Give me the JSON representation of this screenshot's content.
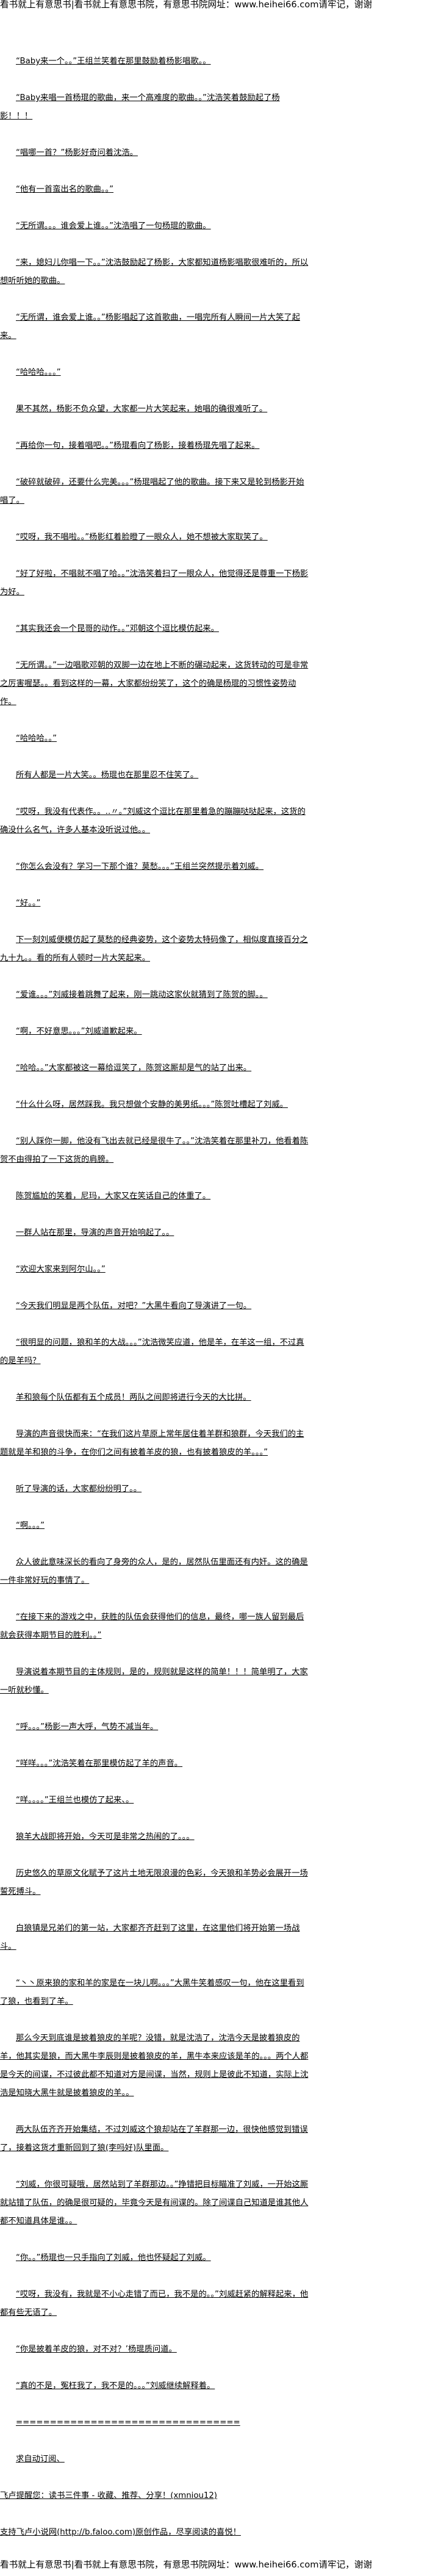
{
  "banner": "看书就上有意思书|看书就上有意思书院，有意思书院网址：www.heihei66.com请牢记，谢谢",
  "paragraphs": [
    "“Baby来一个。。”王组兰笑着在那里鼓励着杨影唱歌。。",
    "“Baby来唱一首杨琨的歌曲，来一个高难度的歌曲。。”沈浩笑着鼓励起了杨影！！！",
    "“唱哪一首？”杨影好奇问着沈浩。",
    "“他有一首蛮出名的歌曲。。”",
    "“无所谓。。。谁会爱上谁。。”沈浩唱了一句杨琨的歌曲。",
    "“来，媳妇儿你唱一下。。”沈浩鼓励起了杨影，大家都知道杨影唱歌很难听的，所以想听听她的歌曲。",
    "“无所谓，谁会爱上谁。。”杨影唱起了这首歌曲，一唱完所有人瞬间一片大笑了起来。",
    "“哈哈哈。。。”",
    "果不其然，杨影不负众望，大家都一片大笑起来，她唱的确很难听了。",
    "“再给你一句，接着唱吧。。”杨琨看向了杨影，接着杨琨先唱了起来。",
    "“破碎就破碎，还要什么完美。。。”杨琨唱起了他的歌曲。接下来又是轮到杨影开始唱了。",
    "“哎呀，我不唱啦。。”杨影红着脸瞪了一眼众人，她不想被大家取笑了。",
    "“好了好啦，不唱就不唱了哈。。”沈浩笑着扫了一眼众人，他觉得还是尊重一下杨影为好。",
    "“其实我还会一个昆哥的动作。。”邓朝这个逗比模仿起来。",
    "“无所谓。。”一边唱歌邓朝的双脚一边在地上不断的碾动起来，这货转动的可是非常之厉害喔瑟。。看到这样的一幕，大家都纷纷笑了，这个的确是杨琨的习惯性姿势动作。",
    "“哈哈哈。。”",
    "所有人都是一片大笑。。杨琨也在那里忍不住笑了。",
    "“哎呀，我没有代表作。。‥〃。”刘威这个逗比在那里着急的蹦蹦哒哒起来，这货的确没什么名气，许多人基本没听说过他。。",
    "“你怎么会没有？学习一下那个谁？莫愁。。。”王组兰突然提示着刘威。",
    "“好。。”",
    "下一刻刘威便模仿起了莫愁的经典姿势，这个姿势太特码像了，相似度直接百分之九十九。。看的所有人顿时一片大笑起来。",
    "“爱谁。。。”刘威接着跳舞了起来，刚一跳动这家伙就猜到了陈贺的脚。。",
    "“啊，不好意思。。。”刘威道歉起来。",
    "“哈哈。。”大家都被这一幕给逗笑了，陈贺这厮却是气的站了出来。",
    "“什么什么呀，居然踩我。我只想做个安静的美男纸。。。”陈贺吐槽起了刘威。",
    "“别人踩你一脚，他没有飞出去就已经是很牛了。。”沈浩笑着在那里补刀，他看着陈贺不由得拍了一下这货的肩膀。",
    "陈贺尴尬的笑着，尼玛，大家又在笑话自己的体重了。",
    "一群人站在那里，导演的声音开始响起了。。",
    "“欢迎大家来到阿尔山。。”",
    "“今天我们明显是两个队伍，对吧？”大黑牛看向了导演讲了一句。",
    "“很明显的问题，狼和羊的大战。。。”沈浩微笑应道，他是羊，在羊这一组，不过真的是羊吗？",
    "羊和狼每个队伍都有五个成员！两队之间即将进行今天的大比拼。",
    "导演的声音很快而来：“在我们这片草原上常年居住着羊群和狼群，今天我们的主题就是羊和狼的斗争，在你们之间有披着羊皮的狼，也有披着狼皮的羊。。。”",
    "听了导演的话，大家都纷纷明了。。",
    "“啊。。。”",
    "众人彼此意味深长的看向了身旁的众人，是的，居然队伍里面还有内奸。这的确是一件非常好玩的事情了。",
    "“在接下来的游戏之中，获胜的队伍会获得他们的信息，最终，哪一族人留到最后就会获得本期节目的胜利。。”",
    "导演说着本期节目的主体规则，是的，规则就是这样的简单！！！简单明了，大家一听就秒懂。",
    "“呼。。。”杨影一声大呼，气势不减当年。",
    "“咩咩。。。”沈浩笑着在那里模仿起了羊的声音。",
    "“咩。。。。”王组兰也模仿了起来、。",
    "狼羊大战即将开始，今天可是非常之热闹的了。。。",
    "历史悠久的草原文化赋予了这片土地无限浪漫的色彩，今天狼和羊势必会展开一场誓死搏斗。",
    "白狼镇是兄弟们的第一站，大家都齐齐赶到了这里，在这里他们将开始第一场战斗。",
    "“丶丶原来狼的家和羊的家是在一块儿啊。。。”大黑牛笑着感叹一句，他在这里看到了狼，也看到了羊。",
    "那么今天到底谁是披着狼皮的羊呢？没错，就是沈浩了，沈浩今天是披着狼皮的羊，他其实是狼，而大黑牛李辰则是披着狼皮的羊，黑牛本来应该是羊的。。。两个人都是今天的间谍，不过彼此都不知道对方是间谍，当然，规则上是彼此不知道，实际上沈浩是知晓大黑牛就是披着狼皮的羊。。",
    "两大队伍齐齐开始集结，不过刘威这个狼却站在了羊群那一边，很快他感觉到错误了，接着这货才重新回到了狼(李吗好)队里面。",
    "“刘威，你很可疑哦，居然站到了羊群那边。。”挣错把目标瞄准了刘威，一开始这厮就站错了队伍，的确是很可疑的，毕竟今天是有间谍的。除了间谍自己知道是谁其他人都不知道具体是谁。。",
    "“你。。”杨琨也一只手指向了刘威，他也怀疑起了刘威。",
    "“哎呀，我没有，我就是不小心走错了而已，我不是的。。”刘威赶紧的解释起来，他都有些无语了。",
    "“你是披着羊皮的狼，对不对？’杨琨质问道。",
    "“真的不是，冤枉我了，我不是的。。。”刘威继续解释着。",
    "=================================",
    "求自动订阅、",
    "飞卢提醒您：读书三件事 - 收藏、推荐、分享！(xmniou12)",
    "支持飞卢小说网(http://b.faloo.com)原创作品，尽享阅读的喜悦！"
  ],
  "flush_from_index": 54
}
